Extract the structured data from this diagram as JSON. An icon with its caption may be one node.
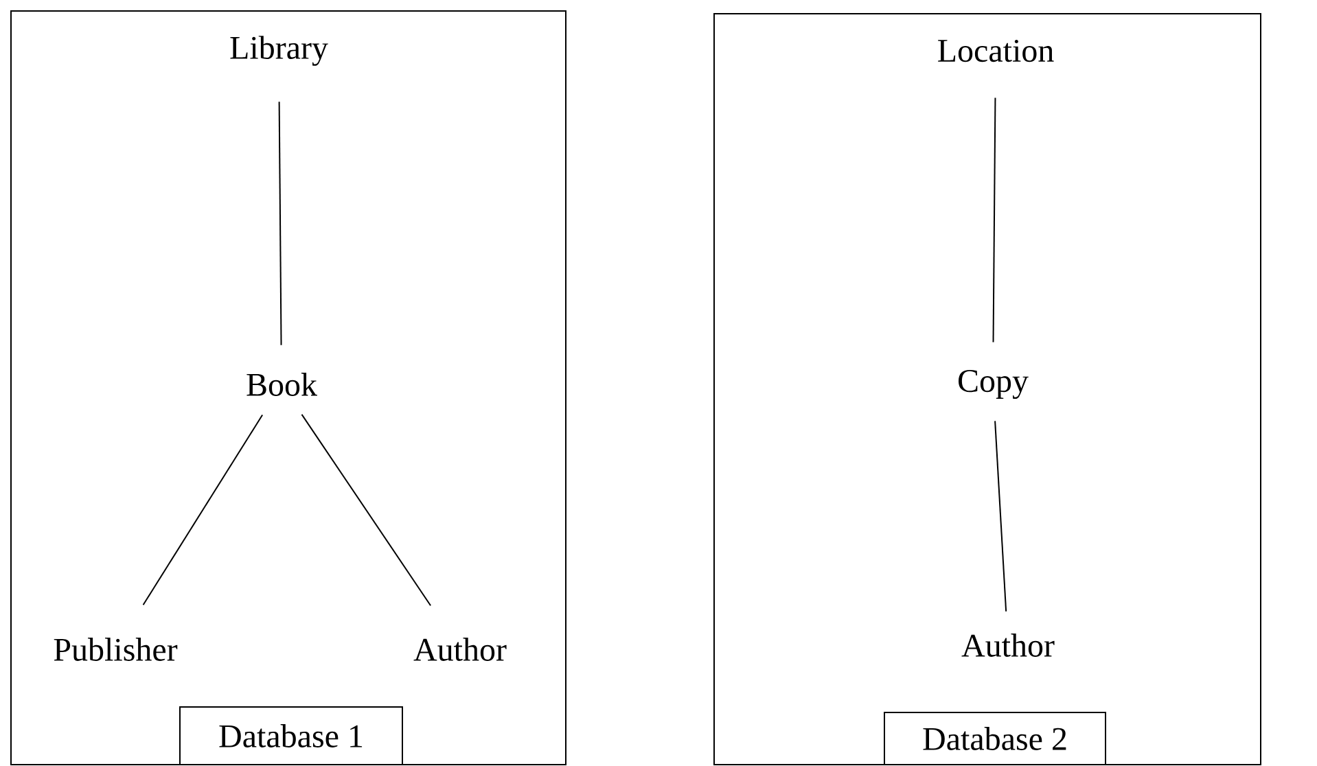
{
  "diagram": {
    "nodes": [
      {
        "text": [],
        "shape": "box"
      },
      {
        "text": [
          "Library"
        ],
        "in": 0
      },
      {
        "text": [
          "Book"
        ],
        "in": 0
      },
      {
        "text": [
          "Publisher"
        ],
        "in": 0
      },
      {
        "text": [
          "Author"
        ],
        "in": 0
      },
      {
        "text": [
          "Database 1"
        ],
        "in": 0
      },
      {
        "text": [],
        "shape": "box"
      },
      {
        "text": [
          "Location"
        ],
        "in": 6
      },
      {
        "text": [
          "Copy"
        ],
        "in": 6
      },
      {
        "text": [
          "Author"
        ],
        "in": 6
      },
      {
        "text": [
          "Database 2"
        ],
        "in": 6
      }
    ],
    "edges": [
      {
        "from": 1,
        "to": 2,
        "arrow": "none"
      },
      {
        "from": 2,
        "to": 3,
        "arrow": "none"
      },
      {
        "from": 2,
        "to": 4,
        "arrow": "none"
      },
      {
        "from": 7,
        "to": 8,
        "arrow": "none"
      },
      {
        "from": 8,
        "to": 9,
        "arrow": "none"
      }
    ]
  }
}
